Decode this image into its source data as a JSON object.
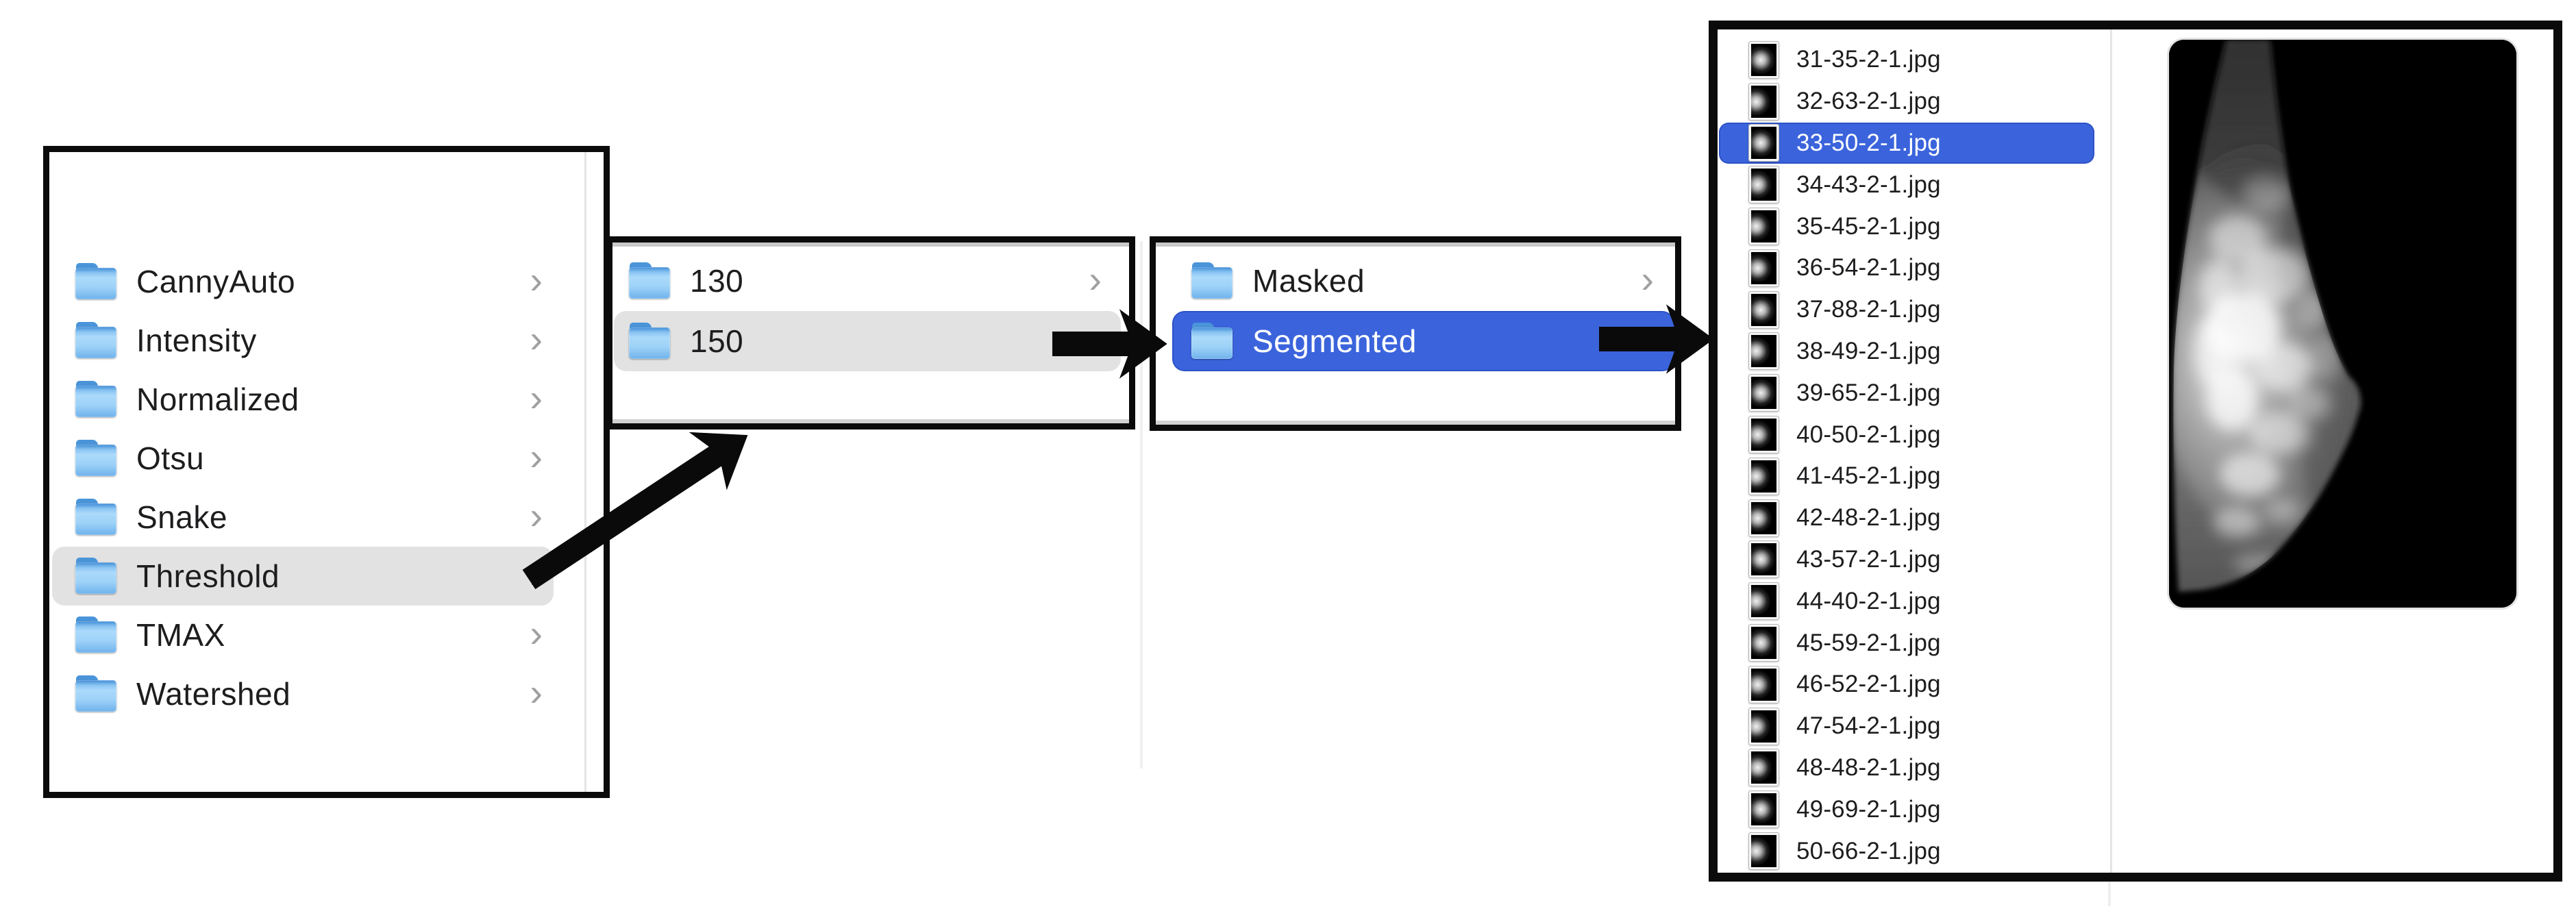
{
  "figure": {
    "description": "Finder column-view navigation flow: Threshold method folder to threshold value 150 to Segmented output to mammogram jpg files",
    "view": "macOS Finder column view crops connected by arrows"
  },
  "glyphs": {
    "chevron": "›",
    "folder_icon": "blue-macos-folder",
    "file_icon": "mammogram-thumbnail"
  },
  "colors": {
    "selection_blue": "#3b64dc",
    "selection_gray": "#e2e2e2",
    "panel_border": "#0b0b0b",
    "divider": "#e4e4e4",
    "text": "#1d1d1f",
    "text_selected": "#ffffff",
    "chevron_gray": "#a0a0a0",
    "arrow_black": "#0a0a0a"
  },
  "methods_panel": {
    "folders": [
      {
        "label": "CannyAuto"
      },
      {
        "label": "Intensity"
      },
      {
        "label": "Normalized"
      },
      {
        "label": "Otsu"
      },
      {
        "label": "Snake"
      },
      {
        "label": "Threshold",
        "selected": true
      },
      {
        "label": "TMAX"
      },
      {
        "label": "Watershed"
      }
    ]
  },
  "threshold_values_panel": {
    "folders": [
      {
        "label": "130"
      },
      {
        "label": "150",
        "selected": true
      }
    ]
  },
  "output_types_panel": {
    "folders": [
      {
        "label": "Masked"
      },
      {
        "label": "Segmented",
        "selected": true
      }
    ]
  },
  "files_panel": {
    "files": [
      {
        "name": "31-35-2-1.jpg"
      },
      {
        "name": "32-63-2-1.jpg"
      },
      {
        "name": "33-50-2-1.jpg",
        "selected": true
      },
      {
        "name": "34-43-2-1.jpg"
      },
      {
        "name": "35-45-2-1.jpg"
      },
      {
        "name": "36-54-2-1.jpg"
      },
      {
        "name": "37-88-2-1.jpg"
      },
      {
        "name": "38-49-2-1.jpg"
      },
      {
        "name": "39-65-2-1.jpg"
      },
      {
        "name": "40-50-2-1.jpg"
      },
      {
        "name": "41-45-2-1.jpg"
      },
      {
        "name": "42-48-2-1.jpg"
      },
      {
        "name": "43-57-2-1.jpg"
      },
      {
        "name": "44-40-2-1.jpg"
      },
      {
        "name": "45-59-2-1.jpg"
      },
      {
        "name": "46-52-2-1.jpg"
      },
      {
        "name": "47-54-2-1.jpg"
      },
      {
        "name": "48-48-2-1.jpg"
      },
      {
        "name": "49-69-2-1.jpg"
      },
      {
        "name": "50-66-2-1.jpg"
      }
    ]
  },
  "preview": {
    "content": "mammogram x-ray of selected file 33-50-2-1.jpg"
  }
}
